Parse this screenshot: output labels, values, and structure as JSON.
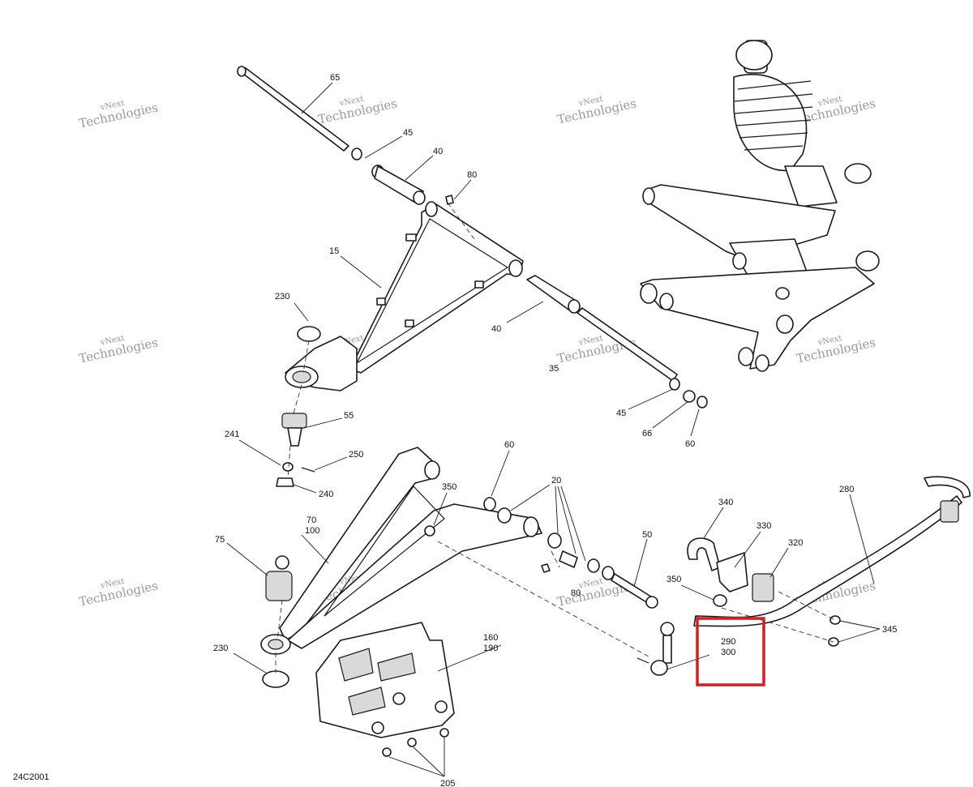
{
  "diagram": {
    "diagram_id": "24C2001",
    "watermark": {
      "line1": "vNext",
      "line2": "Technologies"
    },
    "callouts": {
      "c65": "65",
      "c45a": "45",
      "c40a": "40",
      "c80a": "80",
      "c15": "15",
      "c230a": "230",
      "c40b": "40",
      "c35": "35",
      "c45b": "45",
      "c66": "66",
      "c60a": "60",
      "c55": "55",
      "c241": "241",
      "c250": "250",
      "c240": "240",
      "c60b": "60",
      "c20": "20",
      "c350a": "350",
      "c70": "70",
      "c100": "100",
      "c75": "75",
      "c50": "50",
      "c80b": "80",
      "c340": "340",
      "c330": "330",
      "c320": "320",
      "c280": "280",
      "c350b": "350",
      "c345": "345",
      "c290": "290",
      "c300": "300",
      "c230b": "230",
      "c160": "160",
      "c190": "190",
      "c205": "205"
    },
    "highlight_color": "#d41f1f"
  }
}
